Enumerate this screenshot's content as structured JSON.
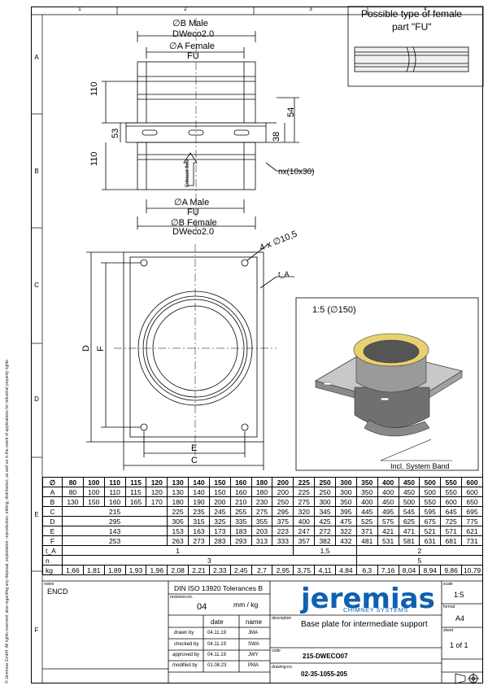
{
  "columns": [
    "1",
    "2",
    "3",
    "4"
  ],
  "rows": [
    "A",
    "B",
    "C",
    "D",
    "E",
    "F"
  ],
  "side_text": "© Jeremias GmbH. All rights reserved; also regarding any disposal, exploitation, reproduction, editing, distribution, as well as in the event of applications for industrial property rights.",
  "inset_title_line1": "Possible type of female",
  "inset_title_line2": "part \"FU\"",
  "top_view": {
    "b_male": "∅B Male",
    "dweco_top": "DWeco2.0",
    "a_female": "∅A Female",
    "fu_top": "FU",
    "dim_110_top": "110",
    "dim_110_bottom": "110",
    "dim_53": "53",
    "dim_54": "54",
    "dim_38": "38",
    "slot": "nx(10x30)",
    "flow": "Exhaust flow",
    "a_male": "∅A Male",
    "fu_bottom": "FU",
    "b_female": "∅B Female",
    "dweco_bottom": "DWeco2.0"
  },
  "plan_view": {
    "holes": "4 x ∅10,5",
    "t_a": "t_A",
    "d": "D",
    "f": "F",
    "e": "E",
    "c": "C"
  },
  "detail": {
    "scale_label": "1:5 (∅150)",
    "band_label": "Incl. System Band"
  },
  "table": {
    "header": [
      "∅",
      "80",
      "100",
      "110",
      "115",
      "120",
      "130",
      "140",
      "150",
      "160",
      "180",
      "200",
      "225",
      "250",
      "300",
      "350",
      "400",
      "450",
      "500",
      "550",
      "600"
    ],
    "A": [
      "80",
      "100",
      "110",
      "115",
      "120",
      "130",
      "140",
      "150",
      "160",
      "180",
      "200",
      "225",
      "250",
      "300",
      "350",
      "400",
      "450",
      "500",
      "550",
      "600"
    ],
    "B": [
      "130",
      "150",
      "160",
      "165",
      "170",
      "180",
      "190",
      "200",
      "210",
      "230",
      "250",
      "275",
      "300",
      "350",
      "400",
      "450",
      "500",
      "550",
      "600",
      "650"
    ],
    "C_merged": "215",
    "C": [
      "225",
      "235",
      "245",
      "255",
      "275",
      "295",
      "320",
      "345",
      "395",
      "445",
      "495",
      "545",
      "595",
      "645",
      "695"
    ],
    "D_merged": "295",
    "D": [
      "305",
      "315",
      "325",
      "335",
      "355",
      "375",
      "400",
      "425",
      "475",
      "525",
      "575",
      "625",
      "675",
      "725",
      "775"
    ],
    "E_merged": "143",
    "E": [
      "153",
      "163",
      "173",
      "183",
      "203",
      "223",
      "247",
      "272",
      "322",
      "371",
      "421",
      "471",
      "521",
      "571",
      "621"
    ],
    "F_merged": "253",
    "F": [
      "263",
      "273",
      "283",
      "293",
      "313",
      "333",
      "357",
      "382",
      "432",
      "481",
      "531",
      "581",
      "631",
      "681",
      "731"
    ],
    "tA": [
      "1",
      "1,5",
      "2"
    ],
    "n": [
      "3",
      "5"
    ],
    "kg": [
      "1,66",
      "1,81",
      "1,89",
      "1,93",
      "1,96",
      "2,08",
      "2,21",
      "2,33",
      "2,45",
      "2,7",
      "2,95",
      "3,75",
      "4,11",
      "4,84",
      "6,3",
      "7,16",
      "8,04",
      "8,94",
      "9,86",
      "10,79"
    ],
    "row_labels": [
      "A",
      "B",
      "C",
      "D",
      "E",
      "F",
      "t_A",
      "n",
      "kg"
    ]
  },
  "title_block": {
    "notes_label": "notes",
    "notes": "ENCD",
    "tolerance": "DIN ISO 13920 Tolerances B",
    "revisions_label": "revisions-no.",
    "revision": "04",
    "units": "mm / kg",
    "date_header": "date",
    "name_header": "name",
    "drawn_label": "drawn by",
    "drawn_date": "04.11.19",
    "drawn_name": "JMA",
    "checked_label": "checked by",
    "checked_date": "04.11.19",
    "checked_name": "SWA",
    "approved_label": "approved by",
    "approved_date": "04.11.19",
    "approved_name": "JWY",
    "modified_label": "modified by",
    "modified_date": "01.08.23",
    "modified_name": "PMA",
    "logo": "jeremias",
    "logo_sub": "CHIMNEY SYSTEMS",
    "description_label": "description",
    "description": "Base plate for intermediate support",
    "code_label": "code",
    "code": "215-DWECO07",
    "drawing_label": "drawing-no.",
    "drawing_no": "02-35-1055-205",
    "scale_label": "scale",
    "scale": "1:5",
    "format_label": "format",
    "format": "A4",
    "sheet_label": "sheet",
    "sheet": "1 of 1"
  },
  "colors": {
    "logo_blue": "#1060b0",
    "collar_yellow": "#e8d070",
    "steel": "#9a9a9a"
  }
}
